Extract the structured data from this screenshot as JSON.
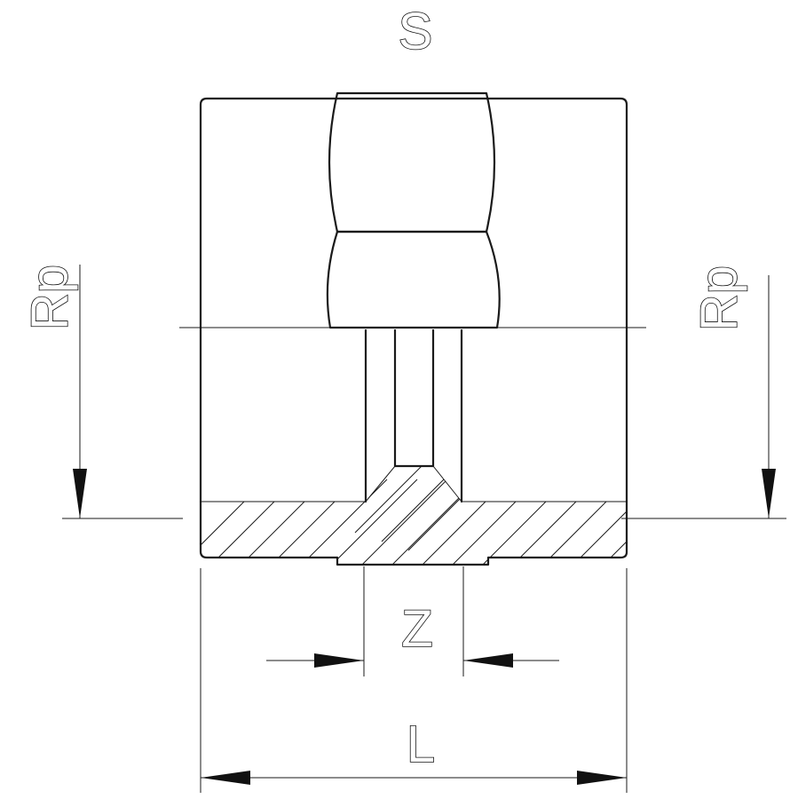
{
  "labels": {
    "wrench_size": "S",
    "thread_left": "Rp",
    "thread_right": "Rp",
    "insertion_depth": "Z",
    "overall_length": "L"
  }
}
